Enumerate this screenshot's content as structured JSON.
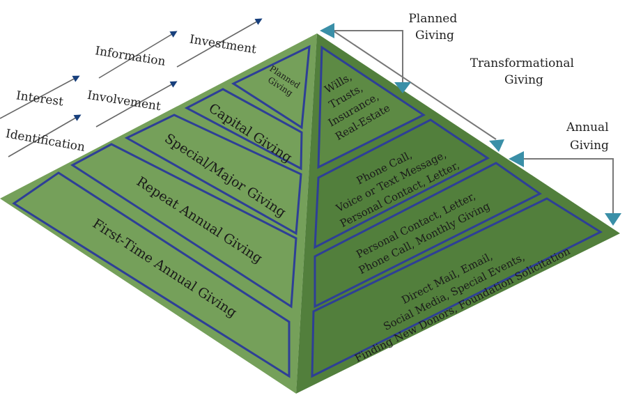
{
  "colors": {
    "pyramid_left": "#75a05a",
    "pyramid_right": "#527f3c",
    "pyramid_right_top": "#5d8a44",
    "outline": "#2e3f96",
    "engagement_arrow": "#173f7c",
    "bracket_arrow": "#3a8fa7",
    "bracket_line": "#777777"
  },
  "engagement_steps": [
    "Identification",
    "Interest",
    "Involvement",
    "Information",
    "Investment"
  ],
  "left_tiers": {
    "planned_giving": [
      "Planned",
      "Giving"
    ],
    "capital_giving": "Capital Giving",
    "special_major_giving": "Special/Major Giving",
    "repeat_annual_giving": "Repeat Annual Giving",
    "first_time_annual_giving": "First-Time Annual Giving"
  },
  "right_tiers": {
    "planned": [
      "Wills,",
      "Trusts,",
      "Insurance,",
      "Real-Estate"
    ],
    "transformational": [
      "Phone Call,",
      "Voice or Text Message,",
      "Personal Contact, Letter,"
    ],
    "repeat": [
      "Personal Contact, Letter,",
      "Phone Call, Monthly Giving"
    ],
    "annual": [
      "Direct Mail, Email,",
      "Social Media, Special Events,",
      "Finding New Donors, Foundation Solicitation"
    ]
  },
  "brackets": {
    "planned_giving": [
      "Planned",
      "Giving"
    ],
    "transformational_giving": [
      "Transformational",
      "Giving"
    ],
    "annual_giving": [
      "Annual",
      "Giving"
    ]
  }
}
